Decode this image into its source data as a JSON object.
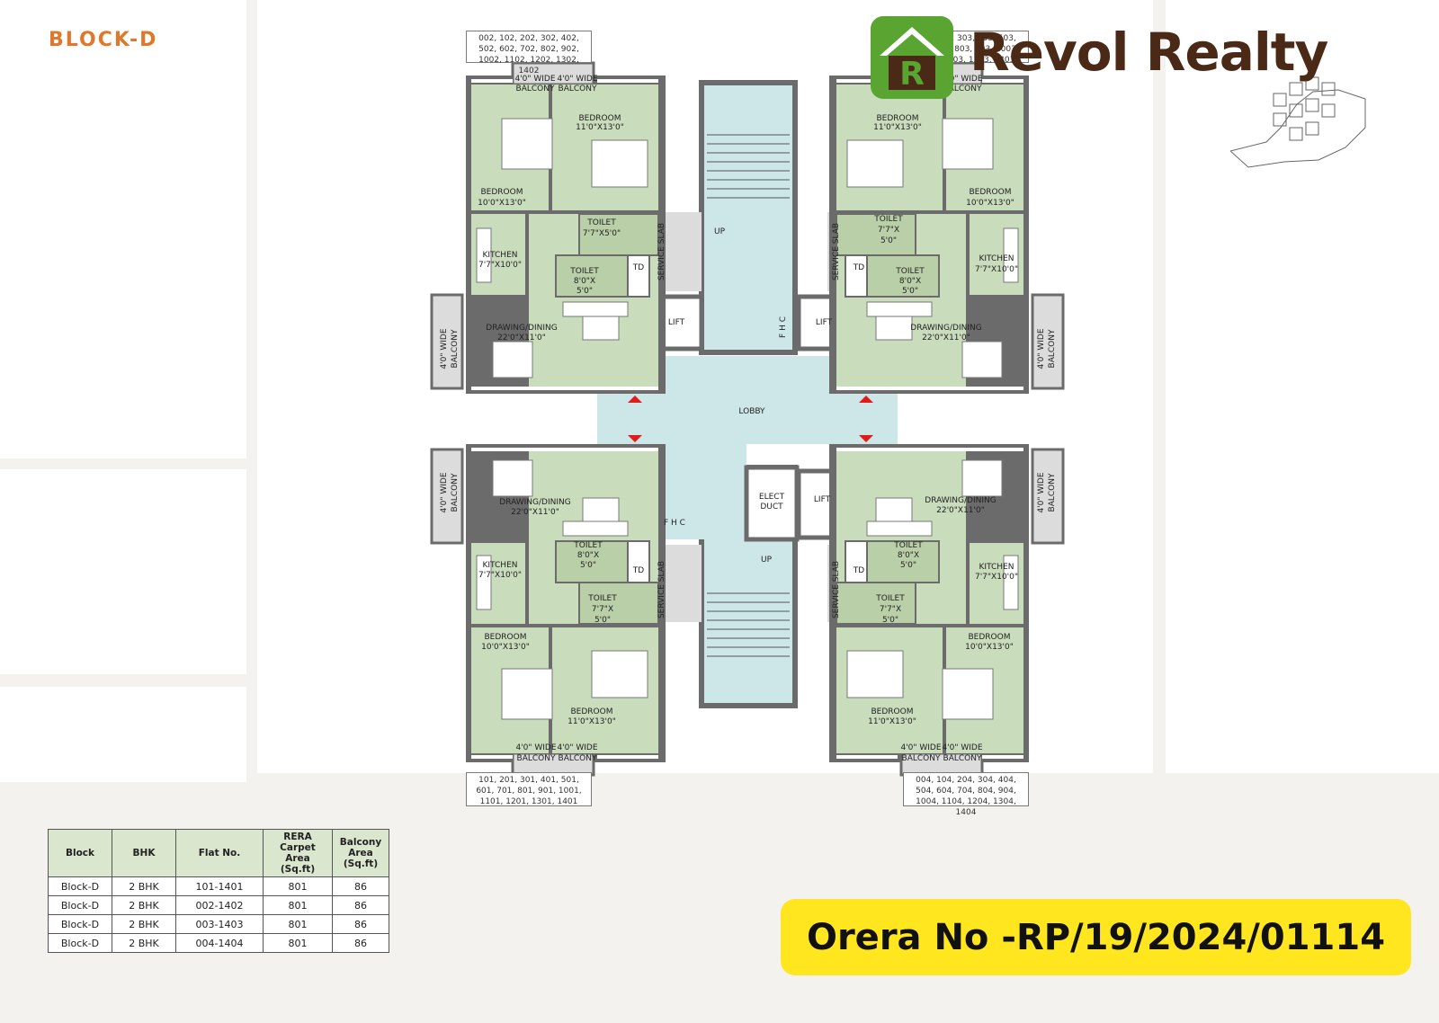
{
  "block_title": "BLOCK-D",
  "brand": {
    "name": "Revol Realty",
    "logo_letter": "R",
    "logo_color": "#5aa532",
    "text_color": "#4a2a16"
  },
  "orera": "Orera No -RP/19/2024/01114",
  "accent_color": "#e0782c",
  "flat_lists": {
    "top_left": "002, 102, 202, 302, 402, 502, 602, 702, 802, 902, 1002, 1102, 1202, 1302, 1402",
    "top_right": "003, 203, 303, 403, 503, 603, 703, 803, 903, 1003, 1103, 1203, 1303, 1403",
    "bottom_left": "101, 201, 301, 401, 501, 601, 701, 801, 901, 1001, 1101, 1201, 1301, 1401",
    "bottom_right": "004, 104, 204, 304, 404, 504, 604, 704, 804, 904, 1004, 1104, 1204, 1304, 1404"
  },
  "labels": {
    "bedroom": "BEDROOM",
    "dim_bed_a": "11'0\"X13'0\"",
    "dim_bed_b": "10'0\"X13'0\"",
    "toilet": "TOILET",
    "dim_toilet_a": "7'7\"X5'0\"",
    "dim_toilet_b1": "8'0\"X",
    "dim_toilet_b2": "5'0\"",
    "dim_toilet_c1": "7'7\"X",
    "dim_toilet_c2": "5'0\"",
    "kitchen": "KITCHEN",
    "dim_kitchen": "7'7\"X10'0\"",
    "drawing": "DRAWING/DINING",
    "dim_drawing": "22'0\"X11'0\"",
    "balcony_1": "4'0\" WIDE",
    "balcony_2": "BALCONY",
    "td": "TD",
    "service_slab": "SERVICE SLAB",
    "lift": "LIFT",
    "fhc": "F H C",
    "lobby": "LOBBY",
    "up": "UP",
    "elect_1": "ELECT",
    "elect_2": "DUCT"
  },
  "table": {
    "headers": [
      "Block",
      "BHK",
      "Flat No.",
      "RERA Carpet Area (Sq.ft)",
      "Balcony Area (Sq.ft)"
    ],
    "rows": [
      [
        "Block-D",
        "2 BHK",
        "101-1401",
        "801",
        "86"
      ],
      [
        "Block-D",
        "2 BHK",
        "002-1402",
        "801",
        "86"
      ],
      [
        "Block-D",
        "2 BHK",
        "003-1403",
        "801",
        "86"
      ],
      [
        "Block-D",
        "2 BHK",
        "004-1404",
        "801",
        "86"
      ]
    ]
  }
}
